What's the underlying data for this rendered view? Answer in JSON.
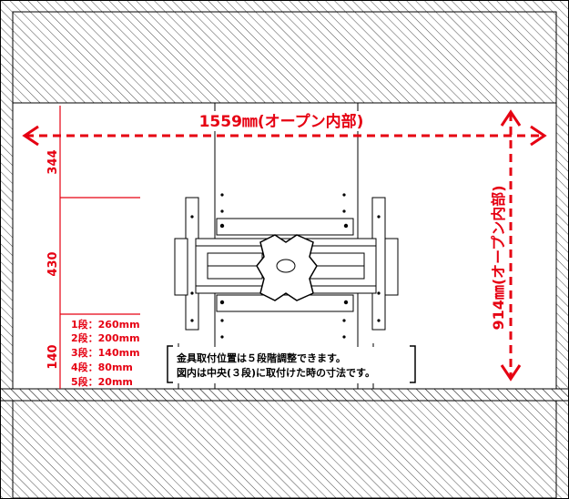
{
  "dimensions": {
    "opening_width": "1559㎜(オープン内部)",
    "opening_height": "914㎜(オープン内部)",
    "seg_top": "344",
    "seg_mid": "430",
    "seg_bottom": "140"
  },
  "levels": [
    "1段：260mm",
    "2段：200mm",
    "3段：140mm",
    "4段：80mm",
    "5段：20mm"
  ],
  "note": {
    "line1": "金具取付位置は５段階調整できます。",
    "line2": "図内は中央(３段)に取付けた時の寸法です。"
  },
  "colors": {
    "dimension": "#e60012",
    "outline": "#000000",
    "hatch": "#000000"
  }
}
